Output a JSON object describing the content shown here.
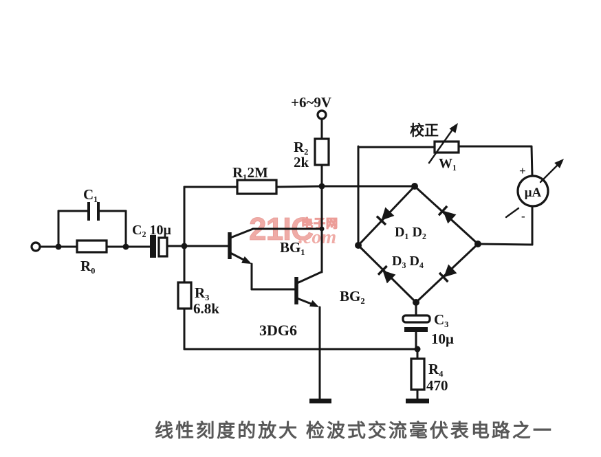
{
  "caption": "线性刻度的放大 检波式交流毫伏表电路之一",
  "watermark": {
    "brand": "21IC",
    "domain": ".com",
    "site_cn": "电子网"
  },
  "power_supply": {
    "label": "+6~9V"
  },
  "components": {
    "c1": {
      "label": "C₁"
    },
    "c2": {
      "label": "C₂ 10μ"
    },
    "r0": {
      "label": "R₀"
    },
    "r1": {
      "label": "R₁2M"
    },
    "r2": {
      "label": "R₂",
      "value": "2k"
    },
    "r3": {
      "label": "R₃",
      "value": "6.8k"
    },
    "r4": {
      "label": "R₄",
      "value": "470"
    },
    "c3": {
      "label": "C₃",
      "value": "10μ"
    },
    "bg1": {
      "label": "BG₁"
    },
    "bg2": {
      "label": "BG₂"
    },
    "transistor_type": {
      "label": "3DG6"
    },
    "diodes_top": {
      "label": "D₁ D₂"
    },
    "diodes_bottom": {
      "label": "D₃ D₄"
    },
    "w1": {
      "label": "W₁",
      "function": "校正"
    },
    "meter": {
      "label": "μA",
      "plus": "+",
      "minus": "-"
    }
  },
  "colors": {
    "line": "#161616",
    "watermark": "#efaba6",
    "watermark_outline": "#ec9d98",
    "caption": "#3c3c3c"
  }
}
